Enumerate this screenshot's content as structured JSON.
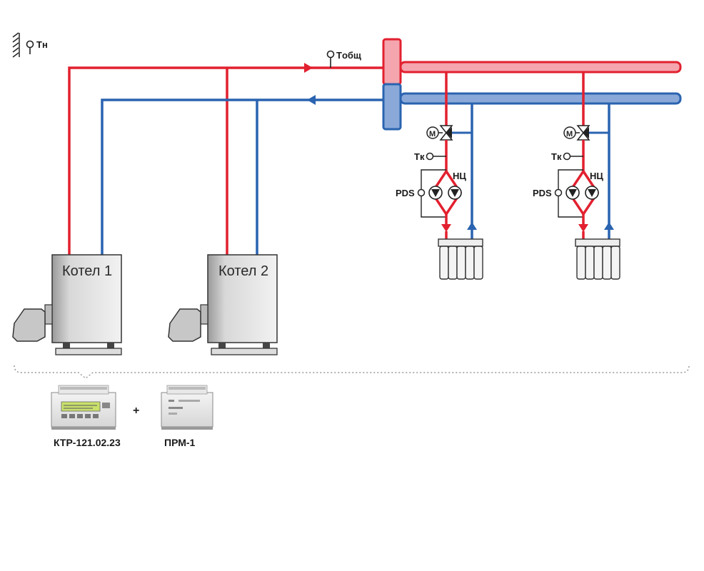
{
  "labels": {
    "outdoor_temp": "Tн",
    "common_temp": "Tобщ",
    "circuit1": {
      "circuit_temp": "Tк",
      "pump_group": "НЦ",
      "pressure_switch": "PDS"
    },
    "circuit2": {
      "circuit_temp": "Tк",
      "pump_group": "НЦ",
      "pressure_switch": "PDS"
    }
  },
  "boilers": [
    {
      "name": "Котел 1"
    },
    {
      "name": "Котел 2"
    }
  ],
  "devices": {
    "controller": "КТР-121.02.23",
    "plus": "+",
    "module": "ПРМ-1"
  },
  "colors": {
    "supply": "#e2202f",
    "return": "#2a63b0",
    "header_hot_fill": "#f4a5ae",
    "header_cold_fill": "#8aa9d8"
  },
  "icons": {
    "motor_valve": "motorized-three-way-valve-icon",
    "pump": "circulation-pump-icon",
    "radiator": "radiator-icon",
    "sensor": "temperature-sensor-icon",
    "burner": "burner-icon"
  }
}
